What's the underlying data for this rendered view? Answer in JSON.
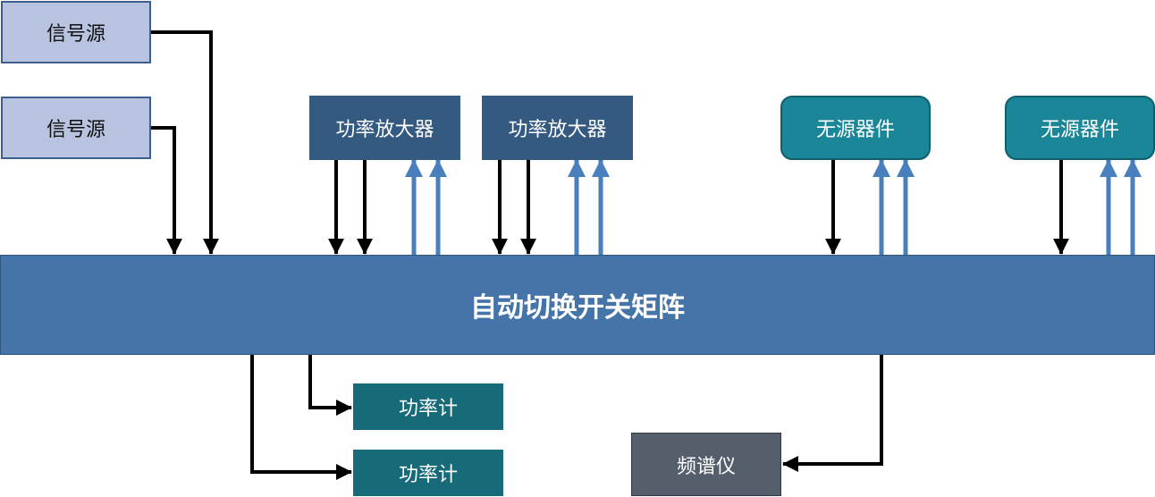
{
  "sources": [
    {
      "label": "信号源"
    },
    {
      "label": "信号源"
    }
  ],
  "amplifiers": [
    {
      "label": "功率放大器"
    },
    {
      "label": "功率放大器"
    }
  ],
  "passives": [
    {
      "label": "无源器件"
    },
    {
      "label": "无源器件"
    }
  ],
  "matrix": {
    "label": "自动切换开关矩阵"
  },
  "meters": [
    {
      "label": "功率计"
    },
    {
      "label": "功率计"
    }
  ],
  "analyzer": {
    "label": "频谱仪"
  },
  "colors": {
    "source_fill": "#b8c3df",
    "amplifier_fill": "#355a82",
    "passive_fill": "#1a8698",
    "matrix_fill": "#4574a8",
    "meter_fill": "#176a78",
    "analyzer_fill": "#545f6b",
    "arrow_down": "#000000",
    "arrow_up": "#4a7fbd"
  }
}
